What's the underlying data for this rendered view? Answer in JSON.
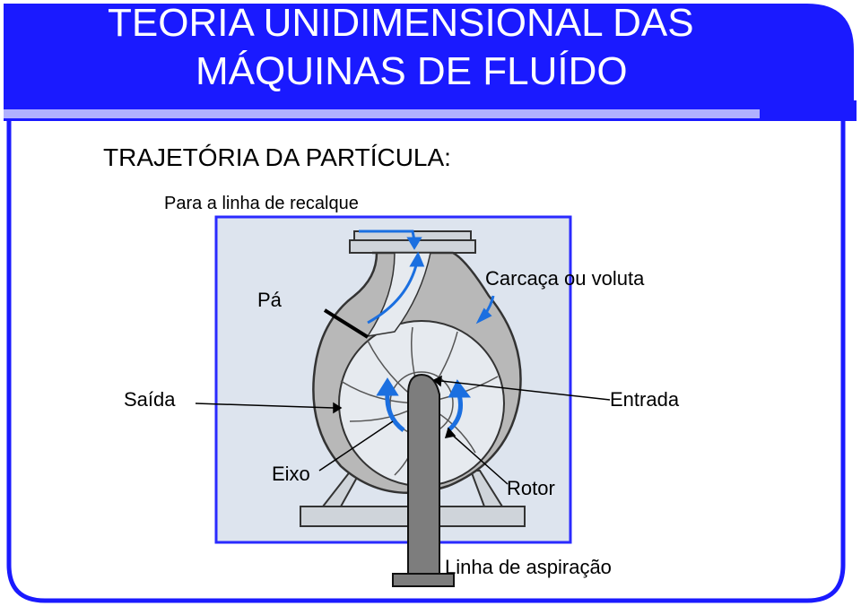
{
  "header": {
    "title_line1": "TEORIA UNIDIMENSIONAL DAS",
    "title_line2": "MÁQUINAS DE FLUÍDO"
  },
  "subtitle": "TRAJETÓRIA DA PARTÍCULA:",
  "caption": "Para a linha de recalque",
  "labels": {
    "pa": "Pá",
    "carcaca": "Carcaça ou voluta",
    "saida": "Saída",
    "entrada": "Entrada",
    "eixo": "Eixo",
    "rotor": "Rotor",
    "linha_aspiracao": "Linha de aspiração"
  },
  "colors": {
    "frame_blue": "#1a1aff",
    "arrow_blue": "#1b6fe0",
    "diagram_bg": "#dde4ee",
    "casing_gray": "#b8b8b8",
    "shaft_gray": "#7d7d7d"
  }
}
